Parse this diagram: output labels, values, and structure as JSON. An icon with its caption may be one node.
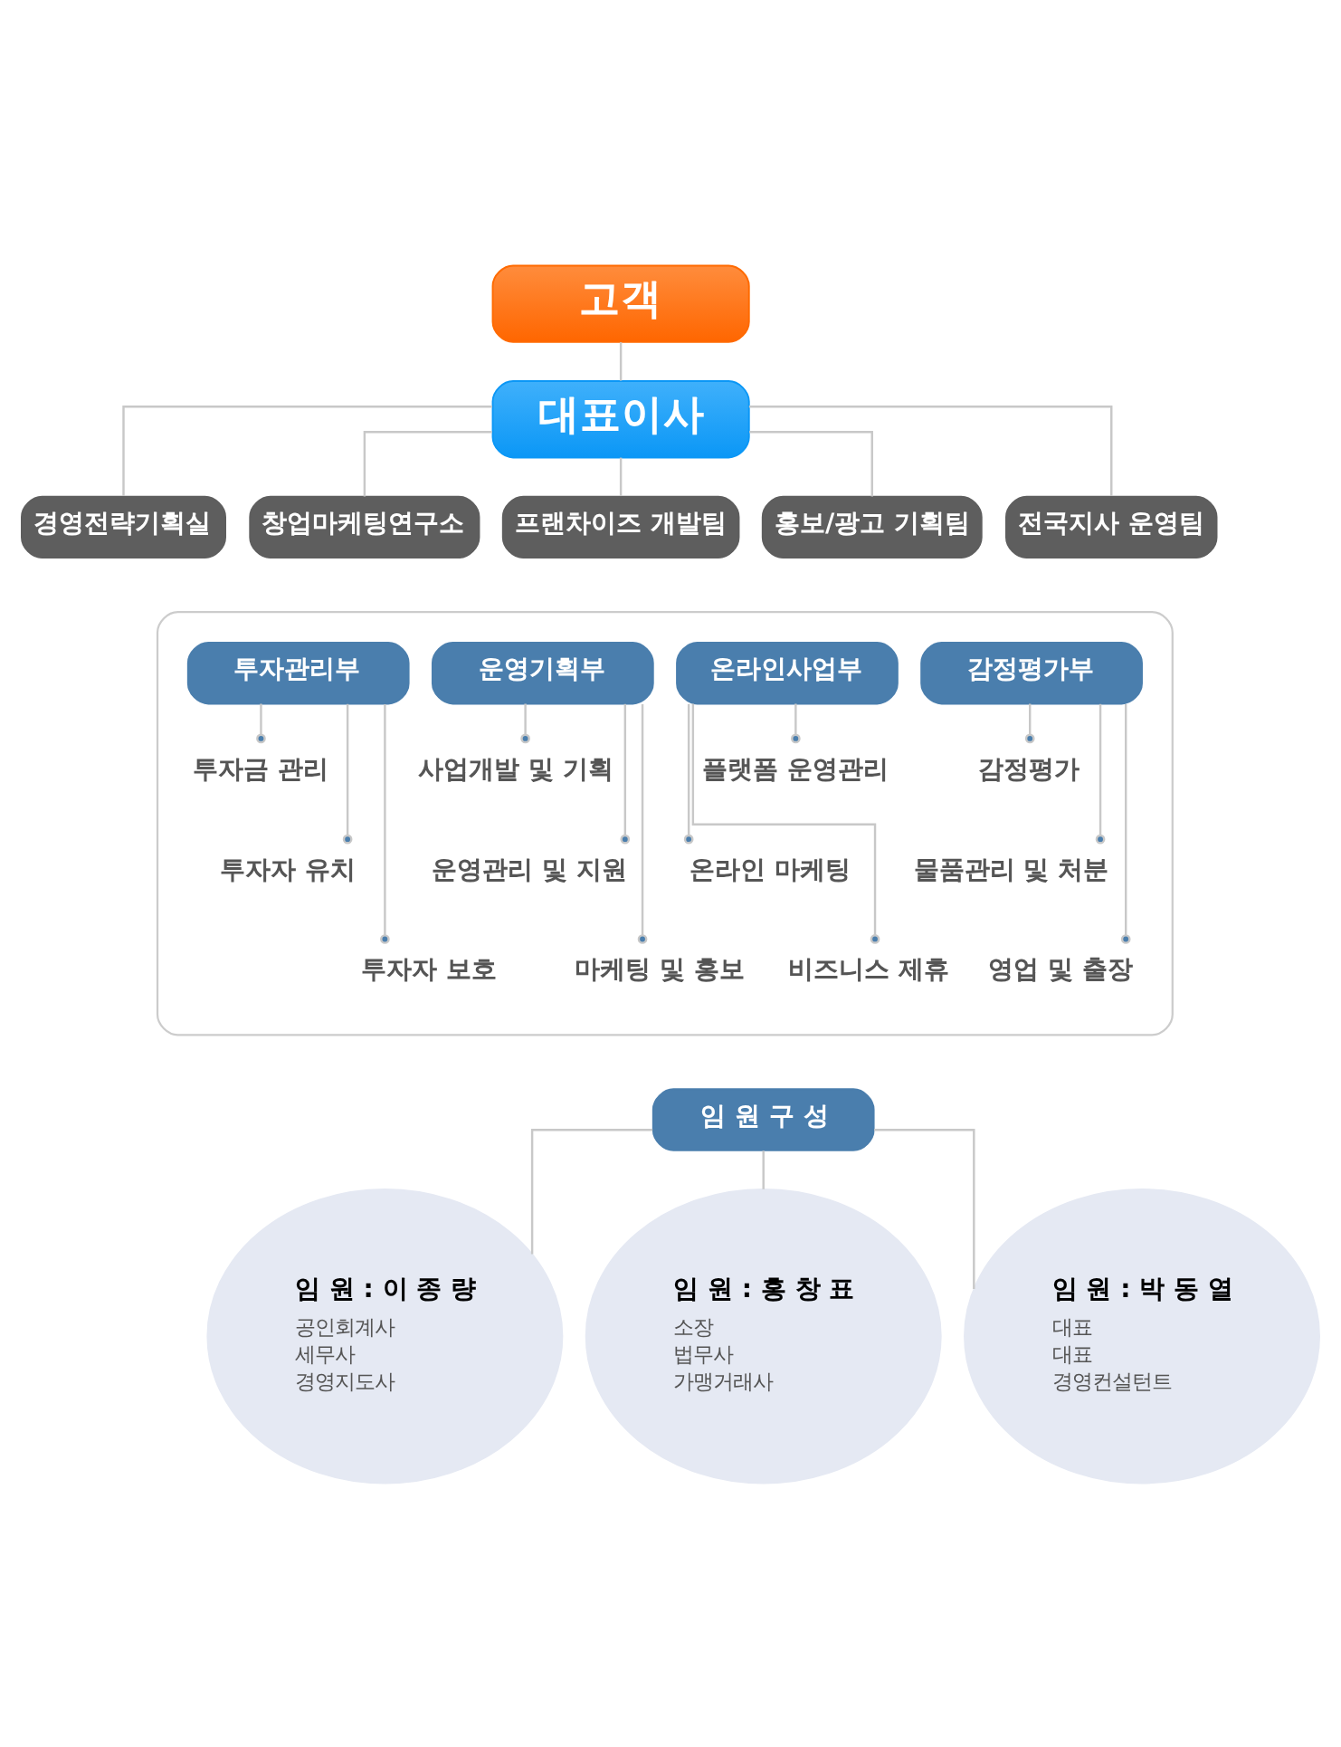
{
  "diagram": {
    "nodes": [
      {
        "text": [
          "고객"
        ]
      },
      {
        "text": [
          "대표이사"
        ]
      },
      {
        "text": [
          "경영전략기획실"
        ]
      },
      {
        "text": [
          "창업마케팅연구소"
        ]
      },
      {
        "text": [
          "프랜차이즈 개발팀"
        ]
      },
      {
        "text": [
          "홍보/광고 기획팀"
        ]
      },
      {
        "text": [
          "전국지사 운영팀"
        ]
      },
      {
        "text": [],
        "shape": "box"
      },
      {
        "text": [
          "투자관리부"
        ],
        "in": 7
      },
      {
        "text": [
          "투자금 관리"
        ],
        "in": 7
      },
      {
        "text": [
          "투자자 유치"
        ],
        "in": 7
      },
      {
        "text": [
          "투자자 보호"
        ],
        "in": 7
      },
      {
        "text": [
          "운영기획부"
        ],
        "in": 7
      },
      {
        "text": [
          "사업개발 및 기획"
        ],
        "in": 7
      },
      {
        "text": [
          "운영관리 및 지원"
        ],
        "in": 7
      },
      {
        "text": [
          "마케팅 및 홍보"
        ],
        "in": 7
      },
      {
        "text": [
          "온라인사업부"
        ],
        "in": 7
      },
      {
        "text": [
          "플랫폼 운영관리"
        ],
        "in": 7
      },
      {
        "text": [
          "온라인 마케팅"
        ],
        "in": 7
      },
      {
        "text": [
          "비즈니스 제휴"
        ],
        "in": 7
      },
      {
        "text": [
          "감정평가부"
        ],
        "in": 7
      },
      {
        "text": [
          "감정평가"
        ],
        "in": 7
      },
      {
        "text": [
          "물품관리 및 처분"
        ],
        "in": 7
      },
      {
        "text": [
          "영업 및 출장"
        ],
        "in": 7
      },
      {
        "text": [
          "임 원 구 성"
        ]
      },
      {
        "text": [
          "임 원 : 이 종 량",
          "공인회계사",
          "세무사",
          "경영지도사"
        ]
      },
      {
        "text": [
          "임 원 : 홍 창 표",
          "소장",
          "법무사",
          "가맹거래사"
        ]
      },
      {
        "text": [
          "임 원 : 박 동 열",
          "대표",
          "대표",
          "경영컨설턴트"
        ]
      }
    ],
    "edges": [
      {
        "from": 0,
        "to": 1,
        "arrow": "none"
      },
      {
        "from": 1,
        "to": 2,
        "arrow": "none"
      },
      {
        "from": 1,
        "to": 3,
        "arrow": "none"
      },
      {
        "from": 1,
        "to": 4,
        "arrow": "none"
      },
      {
        "from": 1,
        "to": 5,
        "arrow": "none"
      },
      {
        "from": 1,
        "to": 6,
        "arrow": "none"
      },
      {
        "from": 8,
        "to": 9,
        "arrow": "other"
      },
      {
        "from": 8,
        "to": 10,
        "arrow": "other"
      },
      {
        "from": 8,
        "to": 11,
        "arrow": "other"
      },
      {
        "from": 12,
        "to": 13,
        "arrow": "other"
      },
      {
        "from": 12,
        "to": 14,
        "arrow": "other"
      },
      {
        "from": 12,
        "to": 15,
        "arrow": "other"
      },
      {
        "from": 16,
        "to": 17,
        "arrow": "other"
      },
      {
        "from": 16,
        "to": 18,
        "arrow": "other"
      },
      {
        "from": 16,
        "to": 19,
        "arrow": "other"
      },
      {
        "from": 20,
        "to": 21,
        "arrow": "other"
      },
      {
        "from": 20,
        "to": 22,
        "arrow": "other"
      },
      {
        "from": 20,
        "to": 23,
        "arrow": "other"
      },
      {
        "from": 24,
        "to": 25,
        "arrow": "none"
      },
      {
        "from": 24,
        "to": 26,
        "arrow": "none"
      },
      {
        "from": 24,
        "to": 27,
        "arrow": "none"
      }
    ]
  }
}
